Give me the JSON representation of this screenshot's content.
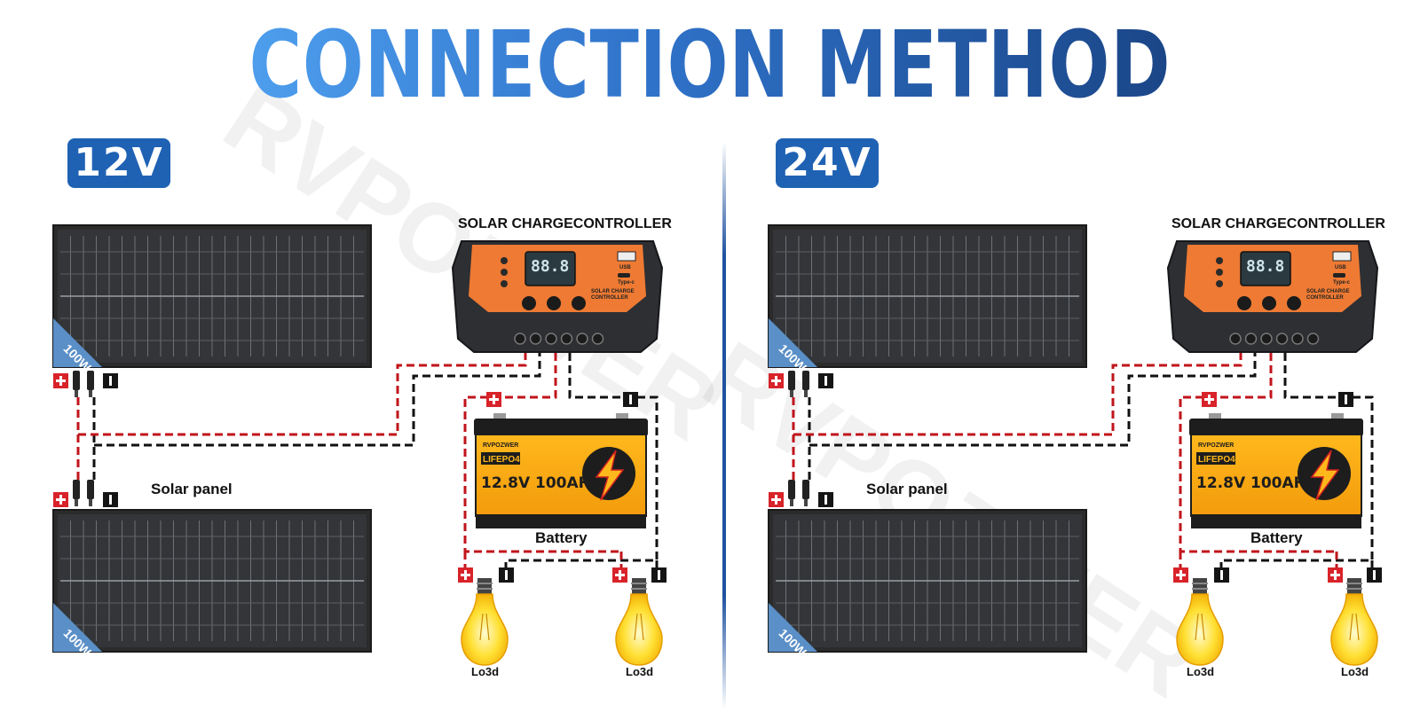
{
  "title": "CONNECTION METHOD",
  "watermark": "RVPOZWER",
  "colors": {
    "positive_wire": "#c0141b",
    "negative_wire": "#111111",
    "badge": "#1f62b4",
    "divider": "#1f52a0"
  },
  "systems": [
    {
      "voltage_label": "12V",
      "controller_label": "SOLAR CHARGECONTROLLER",
      "panel_label": "Solar panel",
      "battery_label": "Battery",
      "panel_rating": "100W",
      "controller": {
        "display": "88.8",
        "usb_label": "USB",
        "typec_label": "Type-c",
        "name_line1": "SOLAR CHARGE",
        "name_line2": "CONTROLLER"
      },
      "battery": {
        "brand": "RVPOZWER",
        "chem": "LIFEPO4",
        "spec": "12.8V 100AH"
      },
      "loads": [
        "Lo3d",
        "Lo3d"
      ]
    },
    {
      "voltage_label": "24V",
      "controller_label": "SOLAR CHARGECONTROLLER",
      "panel_label": "Solar panel",
      "battery_label": "Battery",
      "panel_rating": "100W",
      "controller": {
        "display": "88.8",
        "usb_label": "USB",
        "typec_label": "Type-c",
        "name_line1": "SOLAR CHARGE",
        "name_line2": "CONTROLLER"
      },
      "battery": {
        "brand": "RVPOZWER",
        "chem": "LIFEPO4",
        "spec": "12.8V 100AH"
      },
      "loads": [
        "Lo3d",
        "Lo3d"
      ]
    }
  ]
}
